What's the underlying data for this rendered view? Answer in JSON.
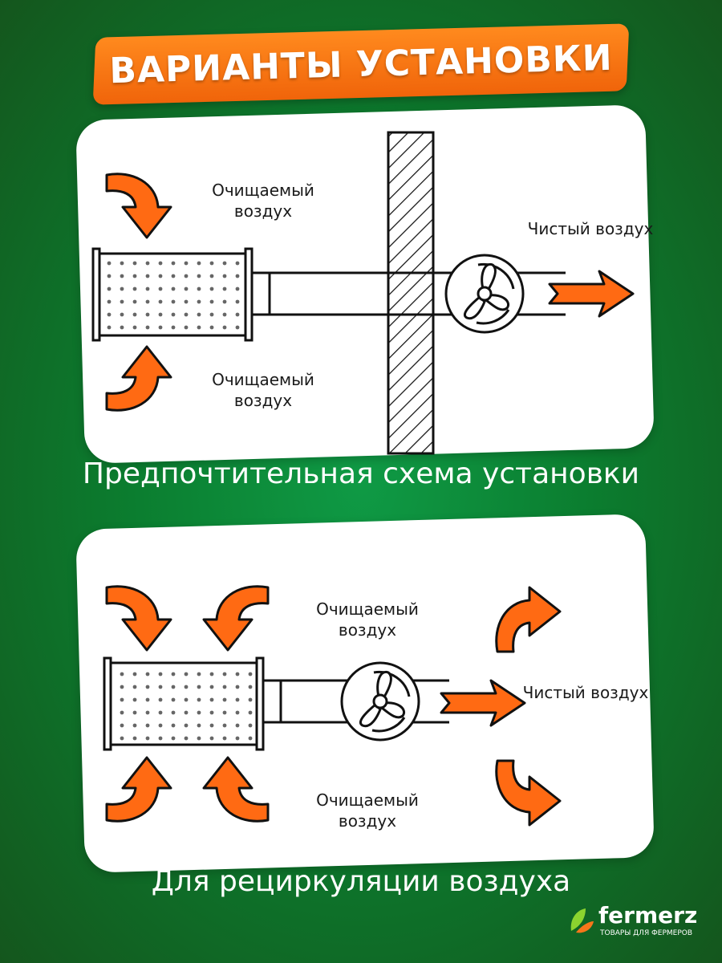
{
  "title": "ВАРИАНТЫ УСТАНОВКИ",
  "scheme1": {
    "caption": "Предпочтительная схема установки",
    "label_top": "Очищаемый воздух",
    "label_bottom": "Очищаемый воздух",
    "label_out": "Чистый воздух"
  },
  "scheme2": {
    "caption": "Для рециркуляции воздуха",
    "label_top": "Очищаемый воздух",
    "label_bottom": "Очищаемый воздух",
    "label_out": "Чистый воздух"
  },
  "brand": {
    "name": "fermerz",
    "tagline": "ТОВАРЫ ДЛЯ ФЕРМЕРОВ"
  },
  "colors": {
    "arrow": "#ff6a13",
    "green": "#0b7d2f",
    "orange": "#f7761a"
  },
  "icons": [
    "curved-arrow-icon",
    "straight-arrow-icon",
    "fan-icon",
    "carbon-filter-icon",
    "wall-hatch-icon",
    "leaf-logo-icon"
  ]
}
